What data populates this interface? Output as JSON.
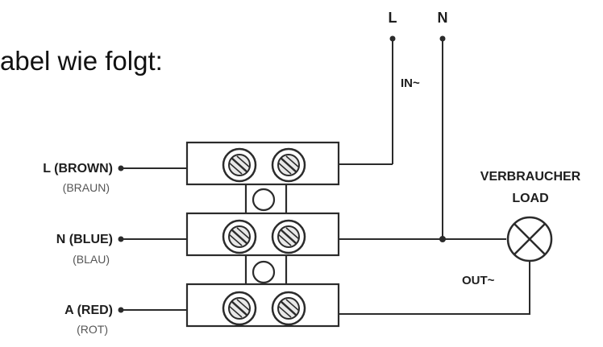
{
  "heading": "abel wie folgt:",
  "terminals": [
    {
      "label": "L (BROWN)",
      "sublabel": "(BRAUN)"
    },
    {
      "label": "N (BLUE)",
      "sublabel": "(BLAU)"
    },
    {
      "label": "A (RED)",
      "sublabel": "(ROT)"
    }
  ],
  "supply": {
    "line": "L",
    "neutral": "N",
    "input": "IN~"
  },
  "load": {
    "label_de": "VERBRAUCHER",
    "label_en": "LOAD",
    "output": "OUT~"
  },
  "colors": {
    "line": "#2b2b2b",
    "text": "#1e1e1e",
    "subtext": "#555555"
  }
}
